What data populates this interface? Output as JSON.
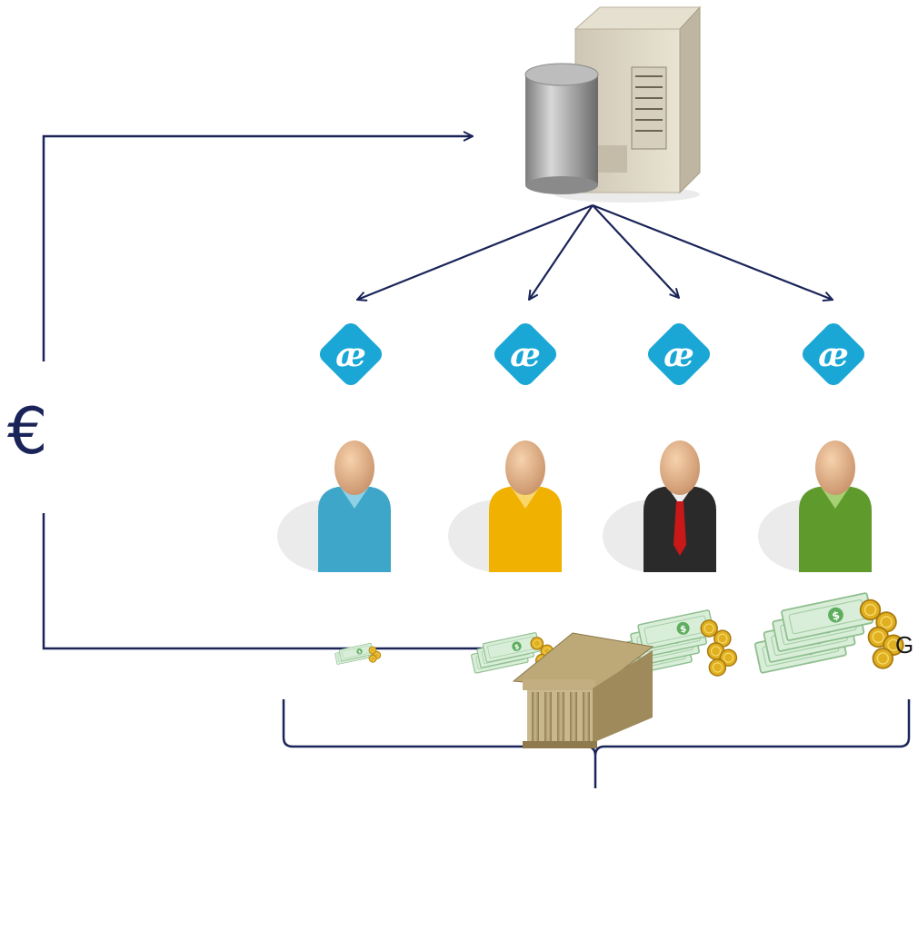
{
  "symbols": {
    "currency": "€",
    "partial_text": "G"
  },
  "icons": {
    "server": "server-database-icon",
    "app_badge": "ae-badge-icon",
    "user": "user-icon",
    "money": "money-icon",
    "bank": "bank-building-icon"
  },
  "users": [
    {
      "shirt": "light-blue",
      "tie": false,
      "money_amount": 1
    },
    {
      "shirt": "yellow",
      "tie": false,
      "money_amount": 2
    },
    {
      "shirt": "black",
      "tie": true,
      "money_amount": 3
    },
    {
      "shirt": "green",
      "tie": false,
      "money_amount": 4
    }
  ],
  "colors": {
    "lines": "#1a2459",
    "badge": "#1ba7d6",
    "shirt_blue": "#3ea6c8",
    "shirt_yellow": "#f0b100",
    "shirt_black": "#2a2a2a",
    "shirt_green": "#5f9a2c",
    "tie_red": "#c81818",
    "skin": "#e8b888",
    "bank": "#a89468",
    "coin": "#e0b020",
    "bill": "#d9eed9"
  }
}
